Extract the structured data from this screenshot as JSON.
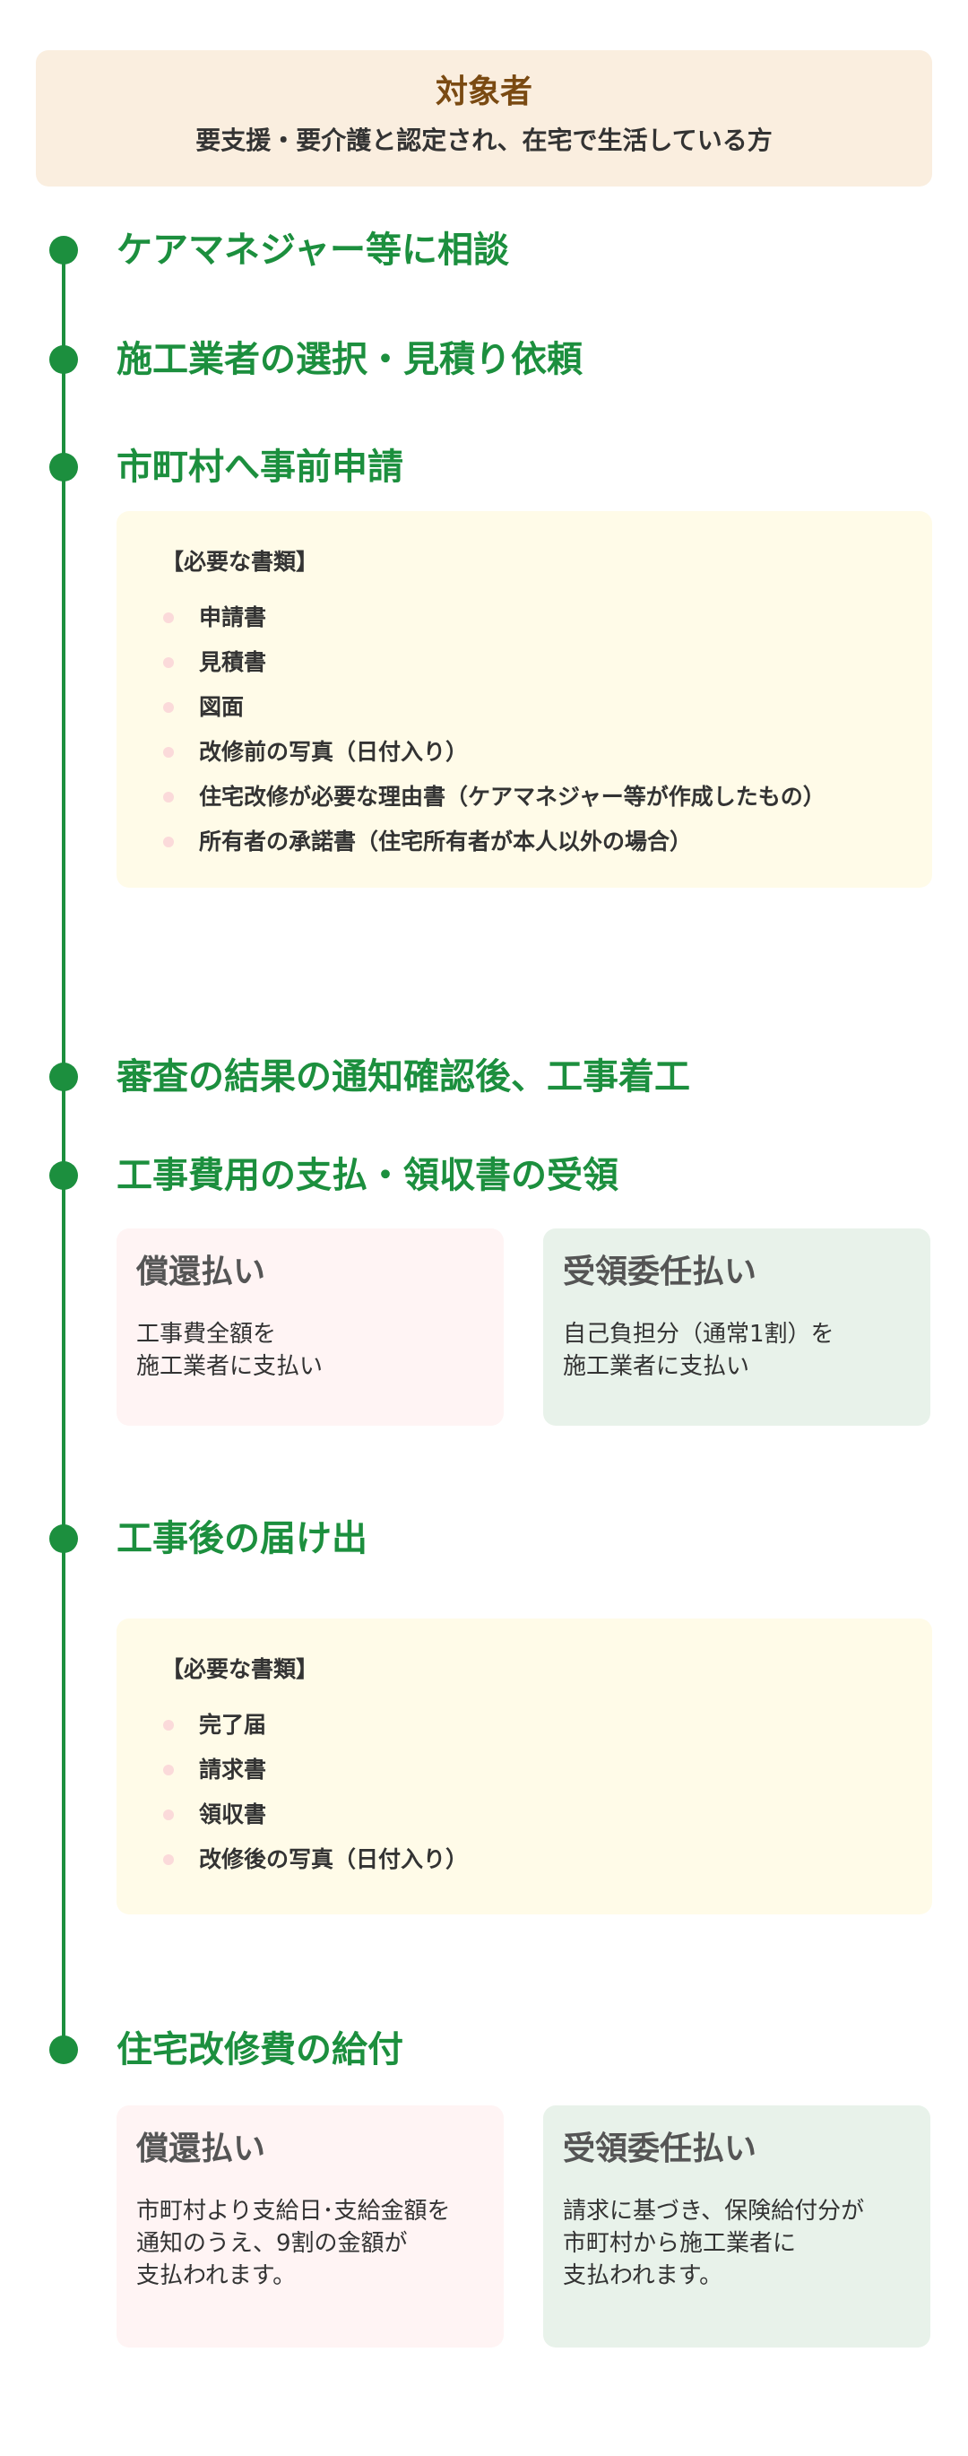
{
  "target": {
    "title": "対象者",
    "subtitle": "要支援・要介護と認定され、在宅で生活している方"
  },
  "steps": {
    "consult": "ケアマネジャー等に相談",
    "estimate": "施工業者の選択・見積り依頼",
    "apply": "市町村へ事前申請",
    "review": "審査の結果の通知確認後、工事着工",
    "payment": "工事費用の支払・領収書の受領",
    "report": "工事後の届け出",
    "benefit": "住宅改修費の給付"
  },
  "docs_before": {
    "heading": "【必要な書類】",
    "items": [
      "申請書",
      "見積書",
      "図面",
      "改修前の写真（日付入り）",
      "住宅改修が必要な理由書（ケアマネジャー等が作成したもの）",
      "所有者の承諾書（住宅所有者が本人以外の場合）"
    ]
  },
  "docs_after": {
    "heading": "【必要な書類】",
    "items": [
      "完了届",
      "請求書",
      "領収書",
      "改修後の写真（日付入り）"
    ]
  },
  "payment_cards": {
    "reimburse": {
      "title": "償還払い",
      "body": "工事費全額を\n施工業者に支払い"
    },
    "delegated": {
      "title": "受領委任払い",
      "body": "自己負担分（通常1割）を\n施工業者に支払い"
    }
  },
  "benefit_cards": {
    "reimburse": {
      "title": "償還払い",
      "body": "市町村より支給日･支給金額を\n通知のうえ、9割の金額が\n支払われます。"
    },
    "delegated": {
      "title": "受領委任払い",
      "body": "請求に基づき、保険給付分が\n市町村から施工業者に\n支払われます。"
    }
  },
  "colors": {
    "accent_green": "#1c8f3e",
    "target_bg": "#faeedf",
    "target_title": "#7a4a12",
    "doc_bg": "#fffbe8",
    "card_pink": "#fff4f4",
    "card_green": "#e8f2ea"
  }
}
